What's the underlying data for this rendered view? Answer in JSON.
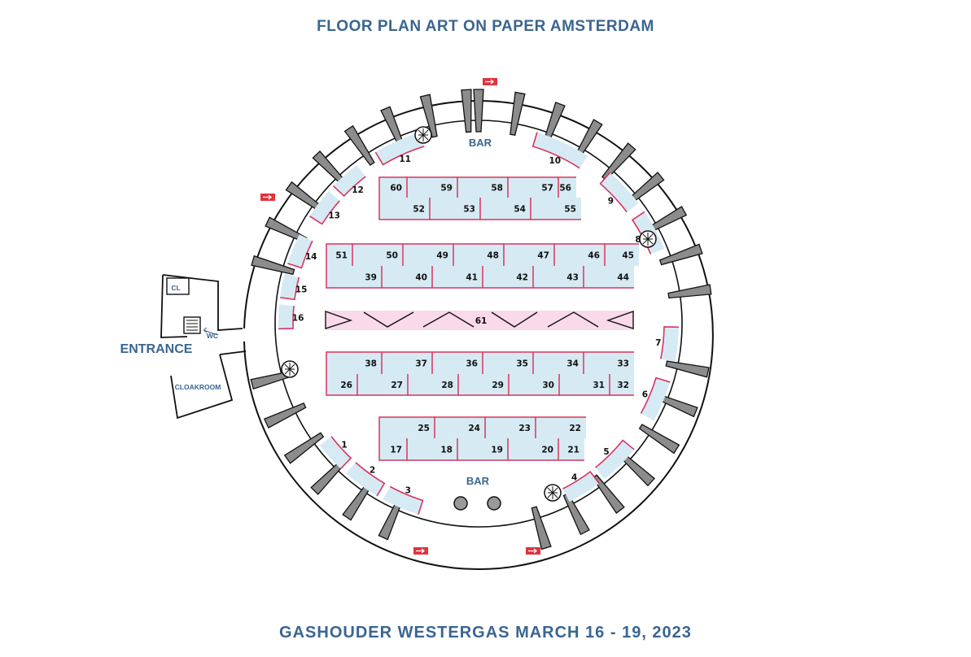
{
  "title": "FLOOR PLAN ART ON PAPER AMSTERDAM",
  "subtitle": "GASHOUDER WESTERGAS MARCH 16 - 19, 2023",
  "labels": {
    "bar": "BAR",
    "entrance": "ENTRANCE",
    "cloakroom": "CLOAKROOM",
    "wc": "WC",
    "cl": "CL"
  },
  "colors": {
    "heading": "#3a6591",
    "booth_fill": "#d6eaf4",
    "booth_wall": "#d8345f",
    "stand_61": "#f9d9ea",
    "pillar": "#8c8c8c",
    "exit_sign": "#e0333c"
  },
  "booth_numbers": {
    "perimeter": [
      "1",
      "2",
      "3",
      "4",
      "5",
      "6",
      "7",
      "8",
      "9",
      "10",
      "11",
      "12",
      "13",
      "14",
      "15",
      "16"
    ],
    "row_a_top": [
      "60",
      "59",
      "58",
      "57",
      "56"
    ],
    "row_a_bottom": [
      "52",
      "53",
      "54",
      "55"
    ],
    "row_b_top": [
      "51",
      "50",
      "49",
      "48",
      "47",
      "46",
      "45"
    ],
    "row_b_bottom": [
      "39",
      "40",
      "41",
      "42",
      "43",
      "44"
    ],
    "center": "61",
    "row_c_top": [
      "38",
      "37",
      "36",
      "35",
      "34",
      "33"
    ],
    "row_c_bottom": [
      "26",
      "27",
      "28",
      "29",
      "30",
      "31",
      "32"
    ],
    "row_d_top": [
      "25",
      "24",
      "23",
      "22"
    ],
    "row_d_bottom": [
      "17",
      "18",
      "19",
      "20",
      "21"
    ]
  }
}
